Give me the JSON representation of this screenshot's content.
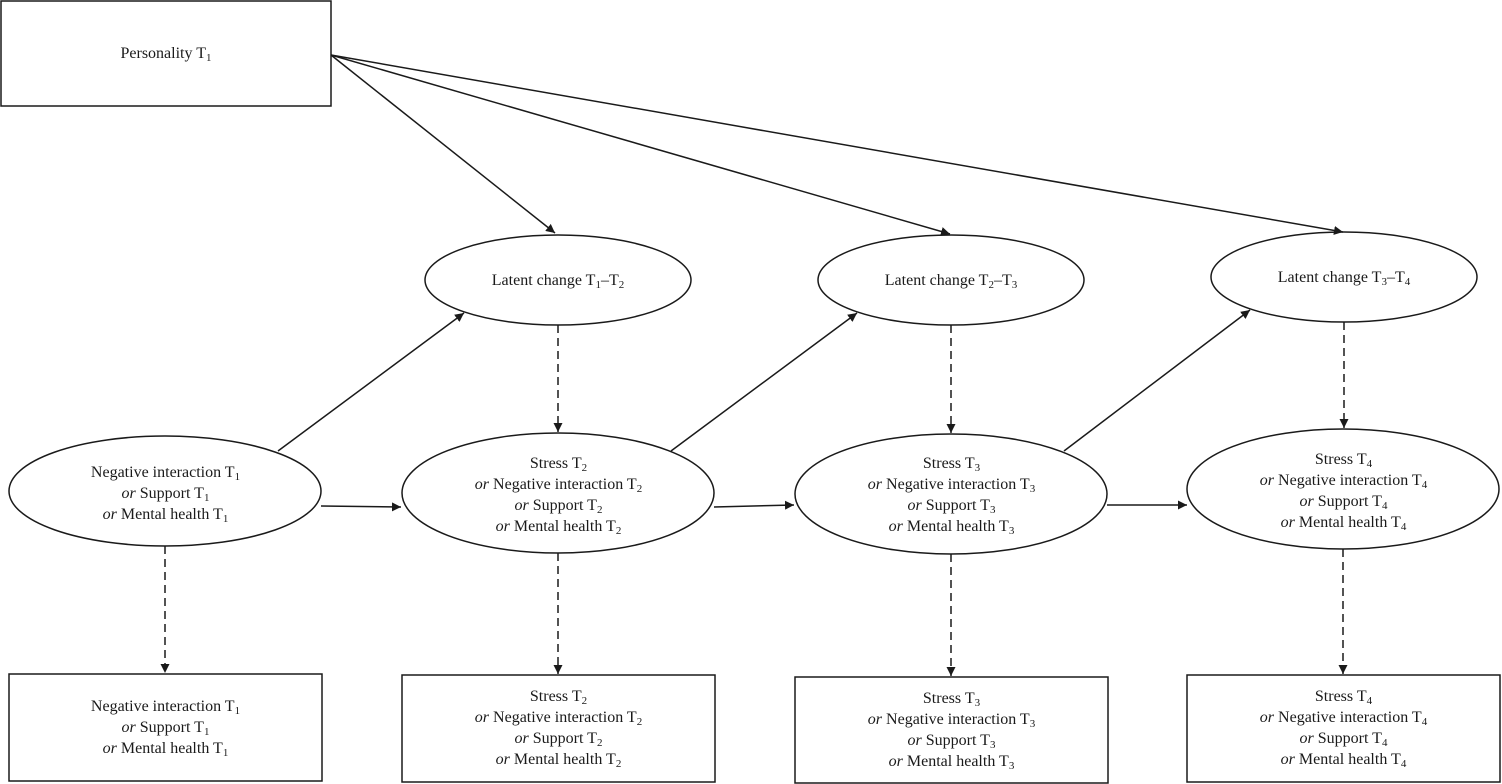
{
  "personality": {
    "label": "Personality T",
    "sub": "1"
  },
  "latent": [
    {
      "label": "Latent change T",
      "sub1": "1",
      "dash": "–T",
      "sub2": "2"
    },
    {
      "label": "Latent change T",
      "sub1": "2",
      "dash": "–T",
      "sub2": "3"
    },
    {
      "label": "Latent change T",
      "sub1": "3",
      "dash": "–T",
      "sub2": "4"
    }
  ],
  "first": {
    "neg": "Negative interaction T",
    "or": "or",
    "support": " Support T",
    "mental": " Mental health T",
    "sub": "1"
  },
  "waves": [
    {
      "stress": "Stress T",
      "or": "or",
      "neg": " Negative interaction T",
      "support": " Support T",
      "mental": " Mental health T",
      "sub": "2"
    },
    {
      "stress": "Stress T",
      "or": "or",
      "neg": " Negative interaction T",
      "support": " Support T",
      "mental": " Mental health T",
      "sub": "3"
    },
    {
      "stress": "Stress T",
      "or": "or",
      "neg": " Negative interaction T",
      "support": " Support T",
      "mental": " Mental health T",
      "sub": "4"
    }
  ]
}
